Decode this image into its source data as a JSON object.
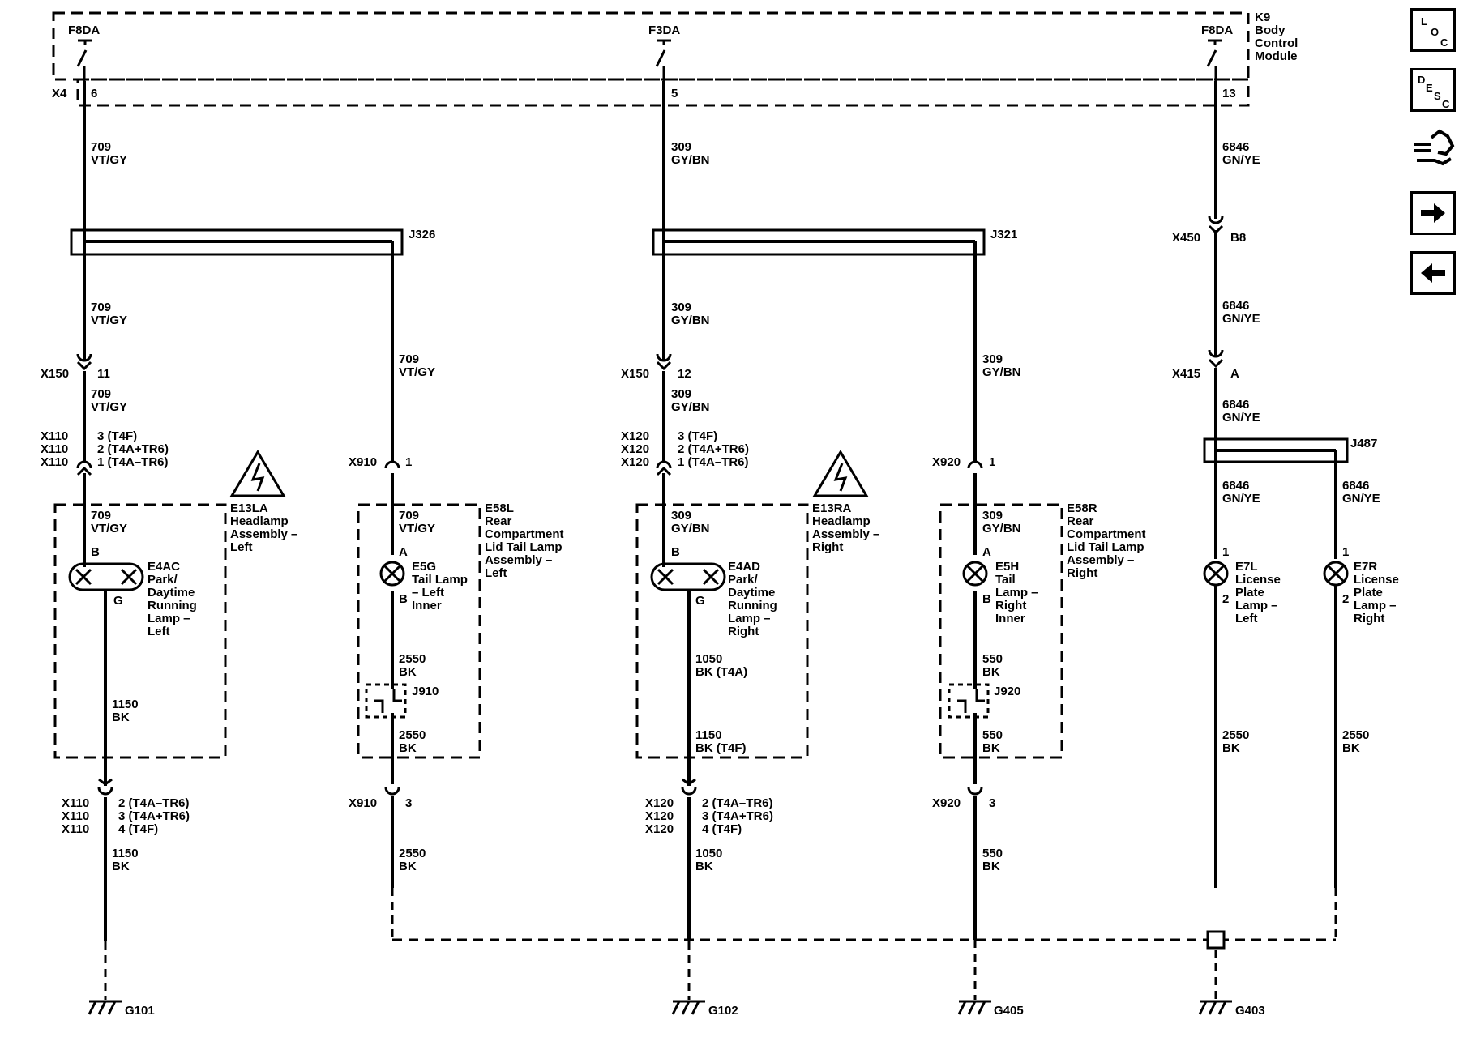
{
  "module": {
    "name": "K9",
    "line2": "Body",
    "line3": "Control",
    "line4": "Module",
    "connector": "X4"
  },
  "circuits": [
    {
      "fuse": "F8DA",
      "pin": "6",
      "wire_top": "709",
      "color_top": "VT/GY"
    },
    {
      "fuse": "F3DA",
      "pin": "5",
      "wire_top": "309",
      "color_top": "GY/BN"
    },
    {
      "fuse": "F8DA",
      "pin": "13",
      "wire_top": "6846",
      "color_top": "GN/YE"
    }
  ],
  "splices": {
    "j326": "J326",
    "j321": "J321",
    "j487": "J487"
  },
  "wires": {
    "vt_gy": {
      "num": "709",
      "color": "VT/GY"
    },
    "gy_bn": {
      "num": "309",
      "color": "GY/BN"
    },
    "gn_ye": {
      "num": "6846",
      "color": "GN/YE"
    },
    "bk1150": {
      "num": "1150",
      "color": "BK"
    },
    "bk2550": {
      "num": "2550",
      "color": "BK"
    },
    "bk1050": {
      "num": "1050",
      "color": "BK"
    },
    "bk1050_t4a": {
      "num": "1050",
      "color": "BK (T4A)"
    },
    "bk1150_t4f": {
      "num": "1150",
      "color": "BK (T4F)"
    },
    "bk550": {
      "num": "550",
      "color": "BK"
    }
  },
  "connectors": {
    "x150": "X150",
    "x110": "X110",
    "x120": "X120",
    "x910": "X910",
    "x920": "X920",
    "x450": "X450",
    "x415": "X415",
    "pin_11": "11",
    "pin_12": "12",
    "pin_1": "1",
    "pin_3": "3",
    "pin_b8": "B8",
    "pin_a": "A",
    "t4f_3": "3 (T4F)",
    "t4at6_2": "2 (T4A+TR6)",
    "t4a_1": "1 (T4A–TR6)",
    "t4a_2": "2 (T4A–TR6)",
    "t4at6_3": "3 (T4A+TR6)",
    "t4f_4": "4 (T4F)"
  },
  "components": {
    "e13la": {
      "id": "E13LA",
      "l1": "Headlamp",
      "l2": "Assembly –",
      "l3": "Left"
    },
    "e13ra": {
      "id": "E13RA",
      "l1": "Headlamp",
      "l2": "Assembly –",
      "l3": "Right"
    },
    "e4ac": {
      "id": "E4AC",
      "l1": "Park/",
      "l2": "Daytime",
      "l3": "Running",
      "l4": "Lamp –",
      "l5": "Left",
      "pin_b": "B",
      "pin_g": "G"
    },
    "e4ad": {
      "id": "E4AD",
      "l1": "Park/",
      "l2": "Daytime",
      "l3": "Running",
      "l4": "Lamp –",
      "l5": "Right",
      "pin_b": "B",
      "pin_g": "G"
    },
    "e58l": {
      "id": "E58L",
      "l1": "Rear",
      "l2": "Compartment",
      "l3": "Lid Tail Lamp",
      "l4": "Assembly –",
      "l5": "Left"
    },
    "e58r": {
      "id": "E58R",
      "l1": "Rear",
      "l2": "Compartment",
      "l3": "Lid Tail Lamp",
      "l4": "Assembly –",
      "l5": "Right"
    },
    "e5g": {
      "id": "E5G",
      "l1": "Tail Lamp",
      "l2": "– Left",
      "l3": "Inner",
      "pin_a": "A",
      "pin_b": "B"
    },
    "e5h": {
      "id": "E5H",
      "l1": "Tail",
      "l2": "Lamp –",
      "l3": "Right",
      "l4": "Inner",
      "pin_a": "A",
      "pin_b": "B"
    },
    "e7l": {
      "id": "E7L",
      "l1": "License",
      "l2": "Plate",
      "l3": "Lamp –",
      "l4": "Left",
      "pin_1": "1",
      "pin_2": "2"
    },
    "e7r": {
      "id": "E7R",
      "l1": "License",
      "l2": "Plate",
      "l3": "Lamp –",
      "l4": "Right",
      "pin_1": "1",
      "pin_2": "2"
    },
    "j910": "J910",
    "j920": "J920"
  },
  "grounds": {
    "g101": "G101",
    "g102": "G102",
    "g405": "G405",
    "g403": "G403"
  },
  "nav": {
    "loc": {
      "l": "L",
      "o": "O",
      "c": "C",
      "icon": "loc-icon"
    },
    "desc": {
      "d": "D",
      "e": "E",
      "s": "S",
      "c": "C",
      "icon": "desc-icon"
    },
    "connector_icon": "connector-icon",
    "next_icon": "arrow-right-icon",
    "prev_icon": "arrow-left-icon"
  }
}
